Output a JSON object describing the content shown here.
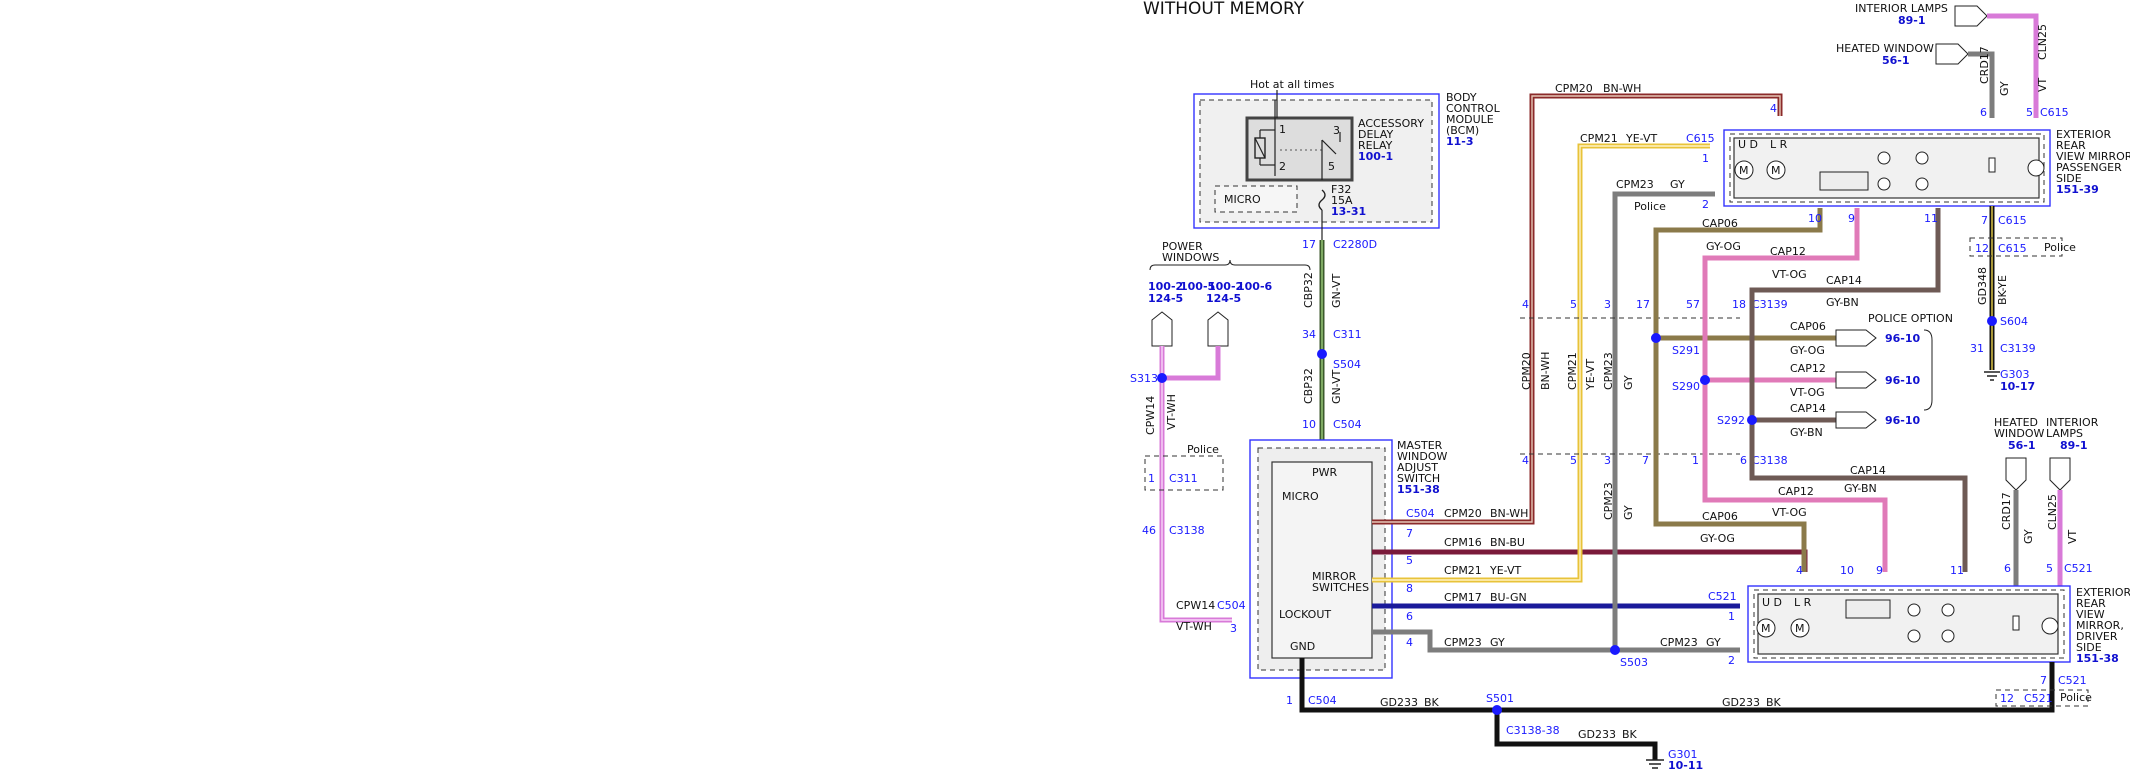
{
  "page": {
    "title": "WITHOUT MEMORY"
  },
  "bcm": {
    "label": [
      "BODY",
      "CONTROL",
      "MODULE",
      "(BCM)"
    ],
    "ref": "11-3",
    "hot_label": "Hot at all times",
    "relay_label": [
      "ACCESSORY",
      "DELAY",
      "RELAY"
    ],
    "relay_ref": "100-1",
    "micro": "MICRO",
    "fuse": [
      "F32",
      "15A"
    ],
    "fuse_ref": "13-31",
    "relay_pins": [
      "1",
      "3",
      "2",
      "5"
    ]
  },
  "power_windows": {
    "label": [
      "POWER",
      "WINDOWS"
    ],
    "refs_top": [
      "100-2",
      "100-5",
      "100-2",
      "100-6"
    ],
    "refs_bottom": [
      "124-5",
      "124-5"
    ]
  },
  "master_switch": {
    "label": [
      "MASTER",
      "WINDOW",
      "ADJUST",
      "SWITCH"
    ],
    "ref": "151-38",
    "pwr": "PWR",
    "micro": "MICRO",
    "mirror_switches": [
      "MIRROR",
      "SWITCHES"
    ],
    "lockout": "LOCKOUT",
    "gnd": "GND"
  },
  "mirror_passenger": {
    "label": [
      "EXTERIOR",
      "REAR",
      "VIEW MIRROR,",
      "PASSENGER",
      "SIDE"
    ],
    "ref": "151-39",
    "ud": "U D",
    "lr": "L R",
    "motor": "M"
  },
  "mirror_driver": {
    "label": [
      "EXTERIOR",
      "REAR",
      "VIEW",
      "MIRROR,",
      "DRIVER",
      "SIDE"
    ],
    "ref": "151-38",
    "ud": "U D",
    "lr": "L R",
    "motor": "M"
  },
  "top_refs": {
    "interior_lamps": "INTERIOR LAMPS",
    "interior_lamps_ref": "89-1",
    "heated_window": "HEATED WINDOW",
    "heated_window_ref": "56-1"
  },
  "bottom_refs": {
    "heated_window": [
      "HEATED",
      "WINDOW"
    ],
    "heated_window_ref": "56-1",
    "interior_lamps": [
      "INTERIOR",
      "LAMPS"
    ],
    "interior_lamps_ref": "89-1"
  },
  "police_option": {
    "label": "POLICE OPTION",
    "refs": [
      "96-10",
      "96-10",
      "96-10"
    ]
  },
  "police": "Police",
  "wires": {
    "cbp32": "CBP32",
    "gn_vt": "GN-VT",
    "cpw14": "CPW14",
    "vt_wh": "VT-WH",
    "cpm20": "CPM20",
    "bn_wh": "BN-WH",
    "cpm21": "CPM21",
    "ye_vt": "YE-VT",
    "cpm23": "CPM23",
    "gy": "GY",
    "cpm16": "CPM16",
    "bn_bu": "BN-BU",
    "cpm17": "CPM17",
    "bu_gn": "BU-GN",
    "cap06": "CAP06",
    "gy_og": "GY-OG",
    "cap12": "CAP12",
    "vt_og": "VT-OG",
    "cap14": "CAP14",
    "gy_bn": "GY-BN",
    "crd17": "CRD17",
    "cln25": "CLN25",
    "vt": "VT",
    "gd348": "GD348",
    "bk_ye": "BK-YE",
    "gd233": "GD233",
    "bk": "BK"
  },
  "connectors": {
    "c2280d": "C2280D",
    "c311": "C311",
    "c504": "C504",
    "c3138": "C3138",
    "c3139": "C3139",
    "c615": "C615",
    "c521": "C521",
    "c3138_38": "C3138-38"
  },
  "splices": {
    "s504": "S504",
    "s313": "S313",
    "s291": "S291",
    "s290": "S290",
    "s292": "S292",
    "s503": "S503",
    "s501": "S501",
    "s604": "S604"
  },
  "grounds": {
    "g301": "G301",
    "g301_ref": "10-11",
    "g303": "G303",
    "g303_ref": "10-17"
  },
  "pins": {
    "p17": "17",
    "p34": "34",
    "p10": "10",
    "p1": "1",
    "p46": "46",
    "p3": "3",
    "p7": "7",
    "p5": "5",
    "p8": "8",
    "p6": "6",
    "p4": "4",
    "p2": "2",
    "p57": "57",
    "p18": "18",
    "p9": "9",
    "p11": "11",
    "p12": "12",
    "p31": "31"
  },
  "colors": {
    "bn_wh": "#8b2a2a",
    "ye_vt": "#e8c33a",
    "gy": "#7d7d7d",
    "gy_og": "#8b7a4a",
    "vt_og": "#e07ab8",
    "gy_bn": "#6e5a55",
    "vt": "#d87ad8",
    "bn_bu": "#7a1a3a",
    "bu_gn": "#1a1a9a",
    "gn_vt": "#3c5a2c",
    "bk": "#111111",
    "link": "#1a1aff"
  }
}
